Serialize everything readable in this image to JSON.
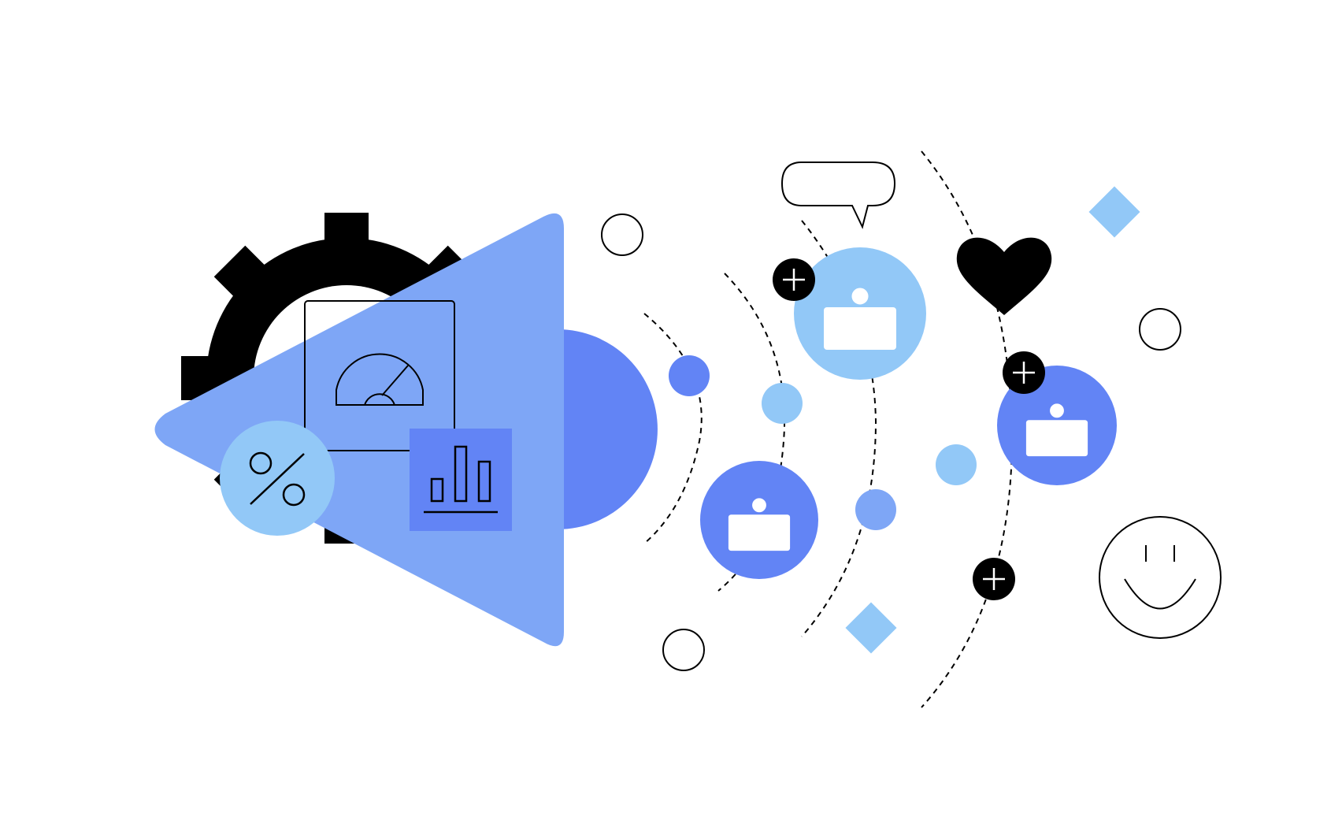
{
  "illustration": {
    "colors": {
      "background": "#ffffff",
      "triangle_blue": "#7ea6f6",
      "royal_blue": "#6284f5",
      "light_blue": "#92c8f7",
      "ink": "#000000"
    },
    "icons": [
      "gear-icon",
      "megaphone-triangle",
      "gauge-document-icon",
      "percent-icon",
      "bar-chart-icon",
      "user-icon",
      "add-icon",
      "speech-bubble-icon",
      "heart-icon",
      "smiley-icon",
      "diamond-shape",
      "circle-outline"
    ],
    "user_avatars": 3,
    "add_badges": 3
  }
}
